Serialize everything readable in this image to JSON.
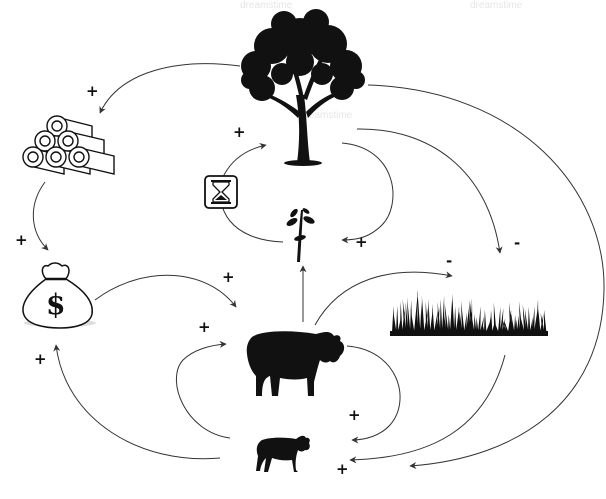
{
  "watermark": "dreamstime",
  "nodes": {
    "tree": {
      "icon": "tree-icon"
    },
    "logs": {
      "icon": "log-pile-icon"
    },
    "money": {
      "icon": "money-bag-icon"
    },
    "seedling": {
      "icon": "seedling-icon"
    },
    "hourglass": {
      "icon": "hourglass-icon"
    },
    "cow": {
      "icon": "cow-icon"
    },
    "calf": {
      "icon": "calf-icon"
    },
    "grass": {
      "icon": "grass-icon"
    }
  },
  "links": [
    {
      "from": "tree",
      "to": "logs",
      "sign": "+"
    },
    {
      "from": "logs",
      "to": "money",
      "sign": "+"
    },
    {
      "from": "money",
      "to": "cow",
      "sign": "+"
    },
    {
      "from": "calf",
      "to": "money",
      "sign": "+"
    },
    {
      "from": "seedling",
      "to": "tree",
      "sign": "+"
    },
    {
      "from": "tree",
      "to": "seedling",
      "sign": "+"
    },
    {
      "from": "tree",
      "to": "grass",
      "sign": "-"
    },
    {
      "from": "cow",
      "to": "grass",
      "sign": "-"
    },
    {
      "from": "cow",
      "to": "seedling",
      "sign": ""
    },
    {
      "from": "calf",
      "to": "cow",
      "sign": "+"
    },
    {
      "from": "cow",
      "to": "calf",
      "sign": "+"
    },
    {
      "from": "grass",
      "to": "calf",
      "sign": "+"
    },
    {
      "from": "tree",
      "to": "calf",
      "sign": ""
    }
  ],
  "colors": {
    "ink": "#111111",
    "line": "#333333",
    "background": "#ffffff"
  }
}
